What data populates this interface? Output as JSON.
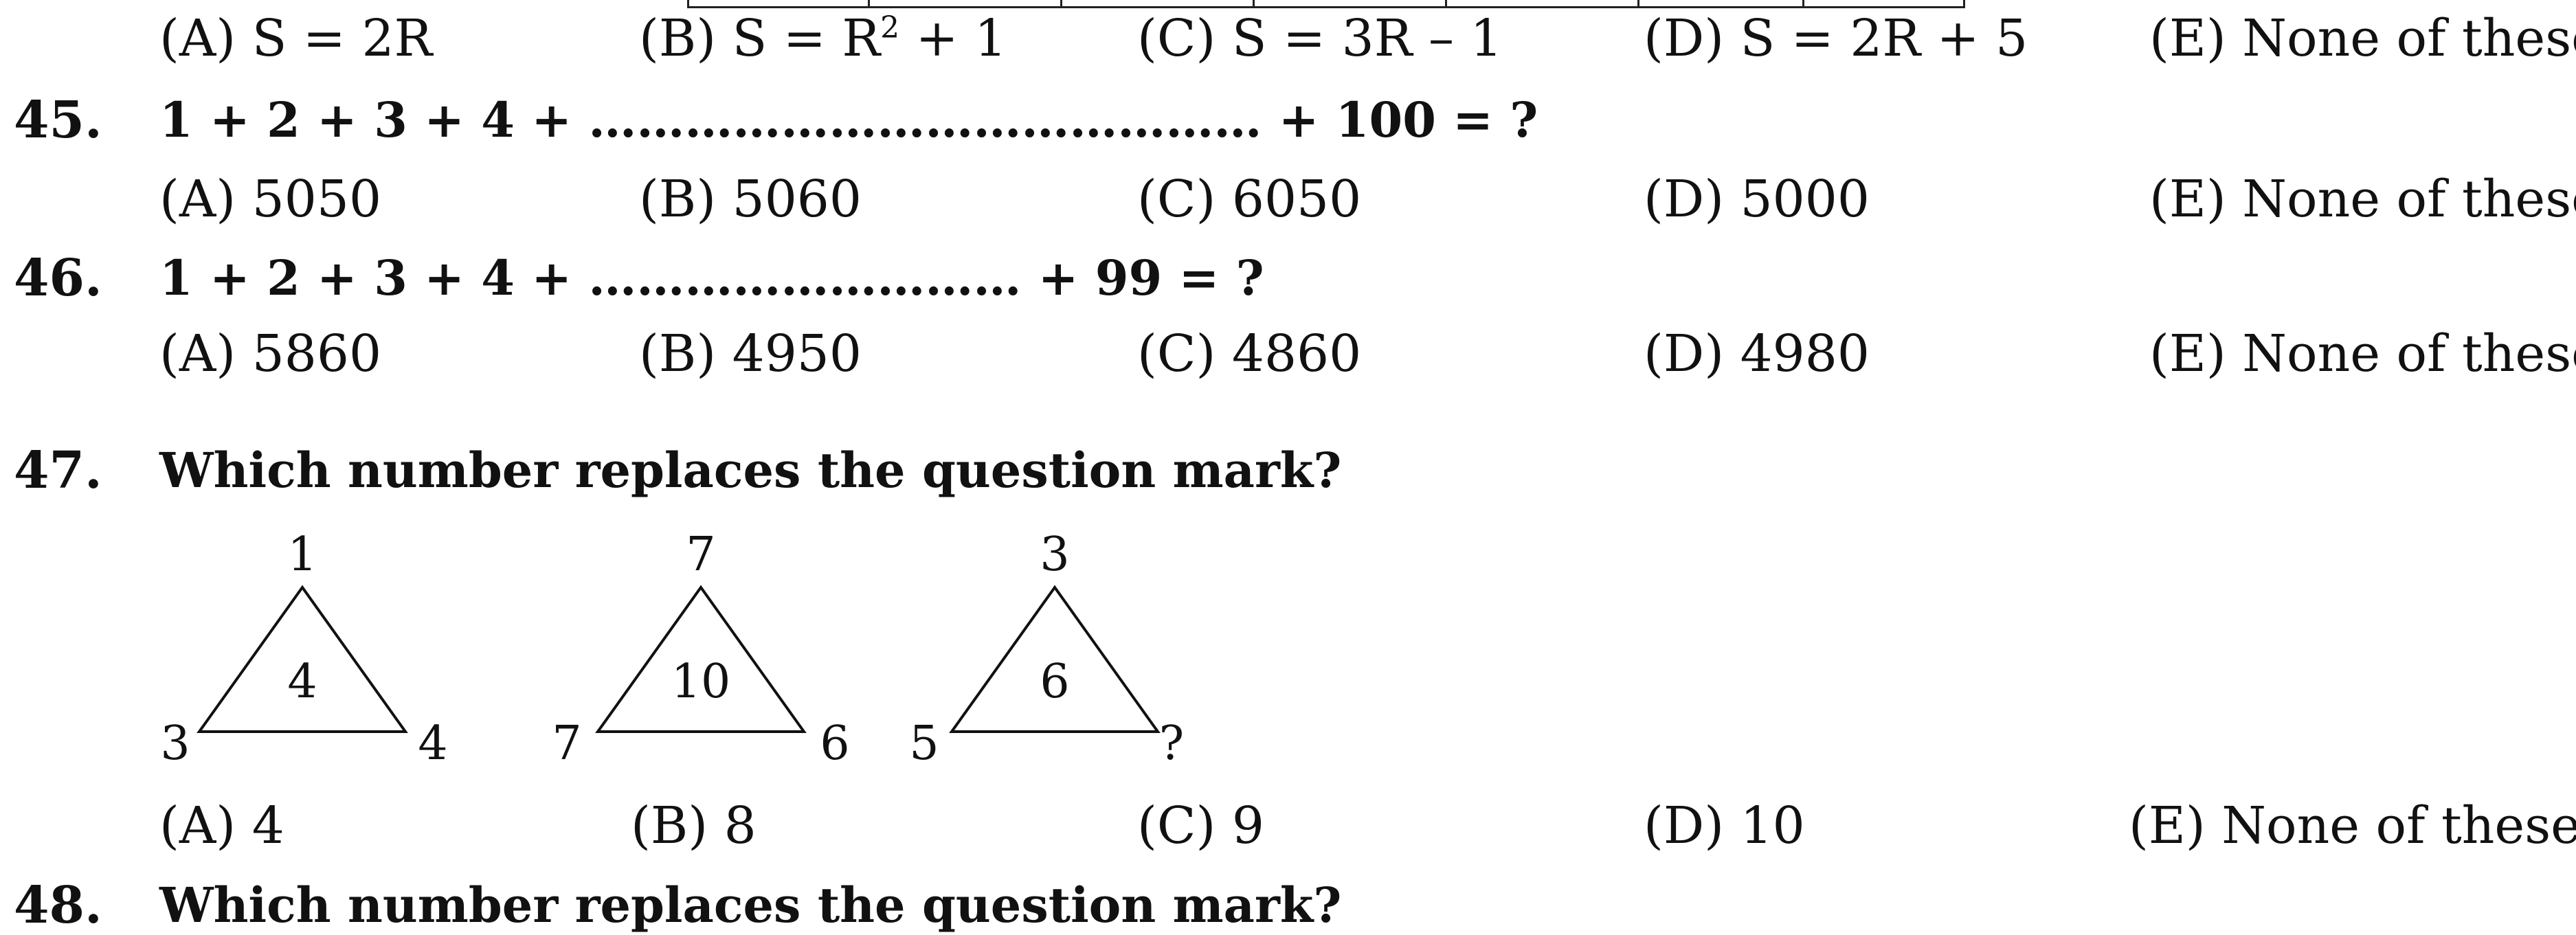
{
  "q44_options": {
    "a": "(A) S = 2R",
    "b_prefix": "(B) S = R",
    "b_sup": "2",
    "b_suffix": " + 1",
    "c": "(C) S = 3R – 1",
    "d": "(D) S = 2R + 5",
    "e": "(E) None of these"
  },
  "q45": {
    "number": "45.",
    "text": "1 + 2 + 3 + 4 + …………………………………… + 100 = ?",
    "options": [
      "(A) 5050",
      "(B) 5060",
      "(C) 6050",
      "(D) 5000",
      "(E) None of these"
    ]
  },
  "q46": {
    "number": "46.",
    "text": "1 + 2 + 3 + 4 + ……………………… + 99 = ?",
    "options": [
      "(A) 5860",
      "(B) 4950",
      "(C) 4860",
      "(D) 4980",
      "(E) None of these"
    ]
  },
  "q47": {
    "number": "47.",
    "text": "Which number replaces the question mark?",
    "triangles": [
      {
        "top": "1",
        "left": "3",
        "right": "4",
        "center": "4"
      },
      {
        "top": "7",
        "left": "7",
        "right": "6",
        "center": "10"
      },
      {
        "top": "3",
        "left": "5",
        "right": "?",
        "center": "6"
      }
    ],
    "options": [
      "(A) 4",
      "(B) 8",
      "(C) 9",
      "(D) 10",
      "(E) None of these"
    ]
  },
  "q48": {
    "number": "48.",
    "text": "Which number replaces the question mark?"
  }
}
